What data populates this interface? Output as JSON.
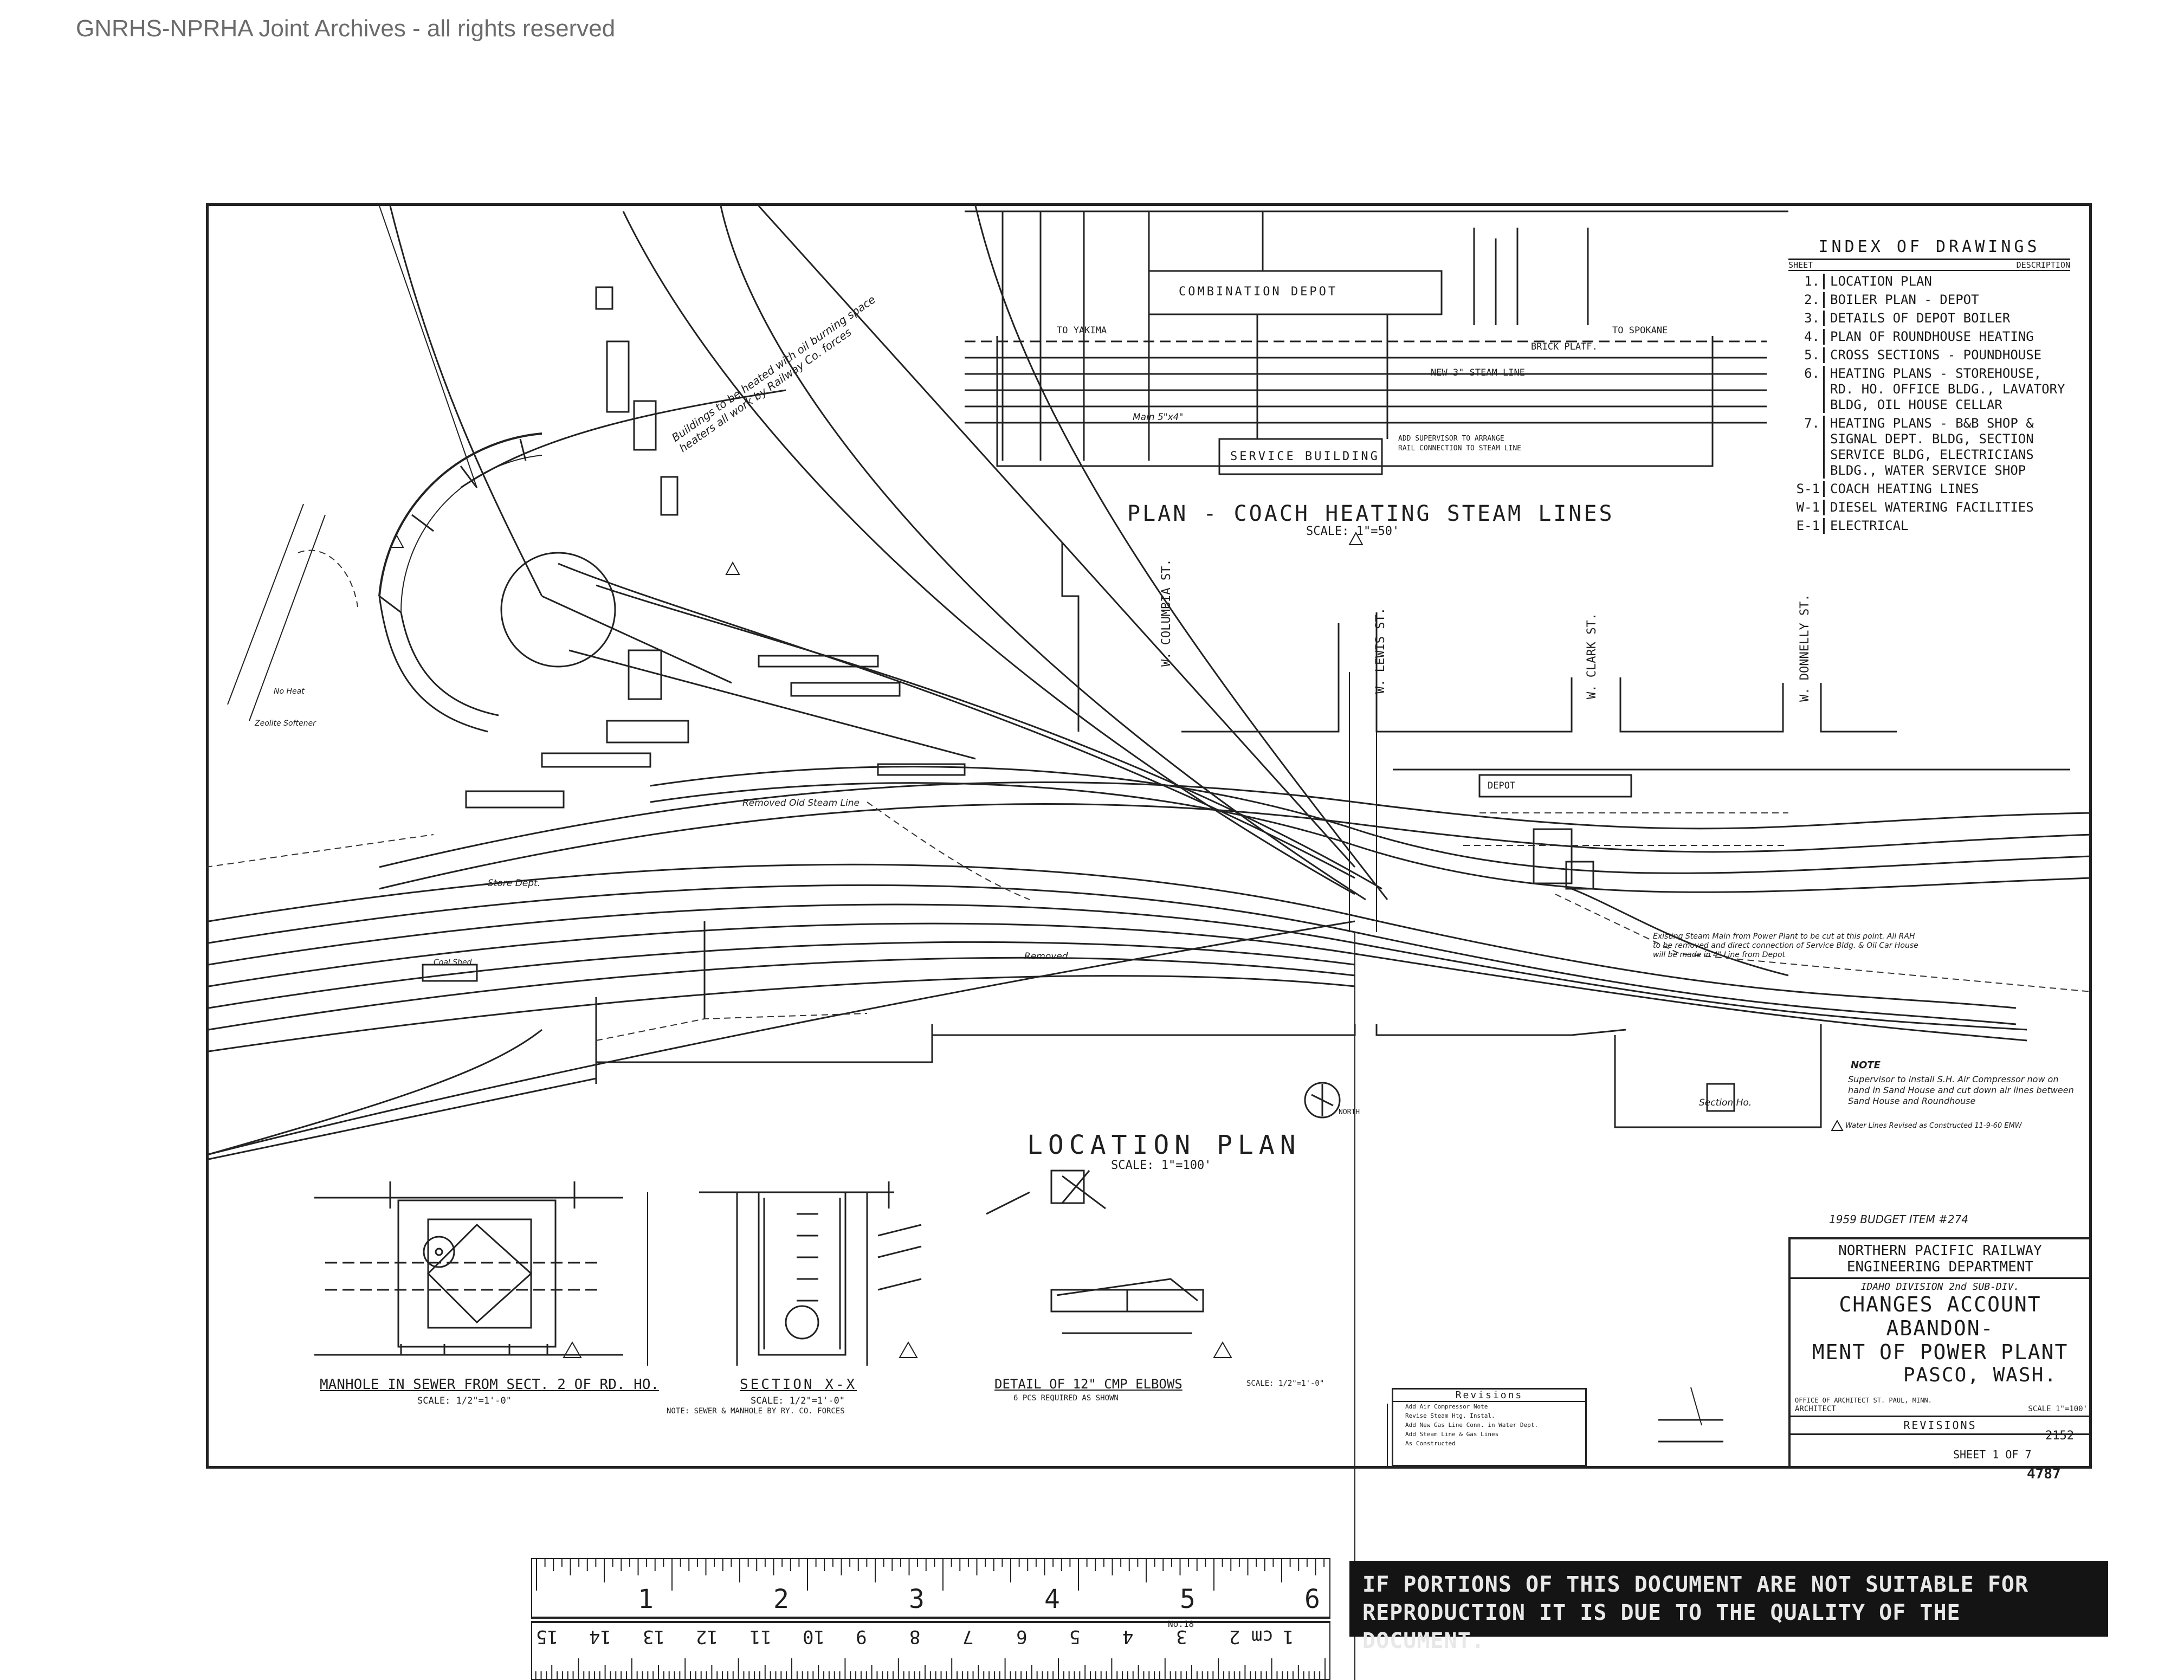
{
  "watermark": "GNRHS-NPRHA Joint Archives - all rights reserved",
  "index": {
    "title": "INDEX OF DRAWINGS",
    "col_sheet": "SHEET",
    "col_desc": "DESCRIPTION",
    "rows": [
      {
        "no": "1.",
        "desc": "LOCATION PLAN"
      },
      {
        "no": "2.",
        "desc": "BOILER PLAN - DEPOT"
      },
      {
        "no": "3.",
        "desc": "DETAILS OF DEPOT BOILER"
      },
      {
        "no": "4.",
        "desc": "PLAN OF ROUNDHOUSE HEATING"
      },
      {
        "no": "5.",
        "desc": "CROSS SECTIONS - POUNDHOUSE"
      },
      {
        "no": "6.",
        "desc": "HEATING PLANS - STOREHOUSE, RD. HO. OFFICE BLDG., LAVATORY BLDG, OIL HOUSE CELLAR"
      },
      {
        "no": "7.",
        "desc": "HEATING PLANS - B&B SHOP & SIGNAL DEPT. BLDG, SECTION SERVICE BLDG, ELECTRICIANS BLDG., WATER SERVICE SHOP"
      },
      {
        "no": "S-1",
        "desc": "COACH HEATING LINES"
      },
      {
        "no": "W-1",
        "desc": "DIESEL WATERING FACILITIES"
      },
      {
        "no": "E-1",
        "desc": "ELECTRICAL"
      }
    ]
  },
  "titles": {
    "coach_plan": "PLAN - COACH HEATING STEAM LINES",
    "coach_scale": "SCALE: 1\"=50'",
    "location_plan": "LOCATION PLAN",
    "location_scale": "SCALE: 1\"=100'",
    "manhole": "MANHOLE IN SEWER FROM SECT. 2 OF RD. HO.",
    "manhole_scale": "SCALE: 1/2\"=1'-0\"",
    "section": "SECTION X-X",
    "section_scale": "SCALE: 1/2\"=1'-0\"",
    "elbows": "DETAIL OF 12\" CMP ELBOWS",
    "elbows_scale": "SCALE: 1/2\"=1'-0\"",
    "elbows_note": "6 PCS REQUIRED AS SHOWN",
    "manhole_note": "NOTE: SEWER & MANHOLE BY RY. CO. FORCES"
  },
  "coach_plan": {
    "combination_depot": "COMBINATION DEPOT",
    "service_building": "SERVICE BUILDING",
    "to_yakima": "TO YAKIMA",
    "to_spokane": "TO SPOKANE",
    "brick_platform": "BRICK PLATF.",
    "new_steam_line": "NEW 3\" STEAM LINE",
    "main_5x4": "Main 5\"x4\"",
    "add_supervisor": "ADD SUPERVISOR TO ARRANGE",
    "rail_connection": "RAIL CONNECTION TO STEAM LINE"
  },
  "streets": [
    "W. COLUMBIA ST.",
    "W. LEWIS ST.",
    "W. CLARK ST.",
    "W. DONNELLY ST."
  ],
  "location_labels": {
    "depot": "DEPOT",
    "section_ho": "Section Ho.",
    "north": "NORTH",
    "buildings_note": "Buildings to be heated with oil burning space heaters all work by Railway Co. forces",
    "removed": "Removed",
    "store_dept": "Store Dept.",
    "coal_shed": "Coal Shed",
    "existing_steam": "Existing Steam Main from Power Plant to be cut at this point. All RAH to be removed and direct connection of Service Bldg. & Oil Car House will be made in 4\" Line from Depot",
    "removed_steam": "Removed Old Steam Line",
    "zeolite": "Zeolite Softener",
    "no_heat": "No Heat"
  },
  "note": {
    "title": "NOTE",
    "text": "Supervisor to install S.H. Air Compressor now on hand in Sand House and cut down air lines between Sand House and Roundhouse",
    "water": "Water Lines Revised as Constructed 11-9-60 EMW"
  },
  "budget": "1959 BUDGET ITEM #274",
  "title_block": {
    "company": "NORTHERN PACIFIC RAILWAY",
    "dept": "ENGINEERING DEPARTMENT",
    "division": "IDAHO DIVISION 2nd SUB-DIV.",
    "title1": "CHANGES ACCOUNT ABANDON-",
    "title2": "MENT OF POWER PLANT",
    "place": "PASCO, WASH.",
    "architect": "ARCHITECT",
    "scale": "SCALE 1\"=100'",
    "office": "OFFICE OF ARCHITECT ST. PAUL, MINN.",
    "revisions": "REVISIONS",
    "sheet": "SHEET 1 OF 7",
    "job_no": "2152",
    "drawing_no": "4787"
  },
  "revisions_box": {
    "title": "Revisions",
    "rows": [
      "Add Air Compressor Note",
      "Revise Steam Htg. Instal.",
      "Add New Gas Line Conn. in Water Dept.",
      "Add Steam Line & Gas Lines",
      "As Constructed"
    ]
  },
  "ruler": {
    "inches": [
      "1",
      "2",
      "3",
      "4",
      "5",
      "6"
    ],
    "cm": [
      "1",
      "cm 2",
      "3",
      "4",
      "5",
      "6",
      "7",
      "8",
      "9",
      "10",
      "11",
      "12",
      "13",
      "14",
      "15"
    ],
    "brand": "No.18"
  },
  "notice": "IF PORTIONS OF THIS DOCUMENT ARE NOT SUITABLE FOR REPRODUCTION IT IS DUE TO THE QUALITY OF THE DOCUMENT."
}
